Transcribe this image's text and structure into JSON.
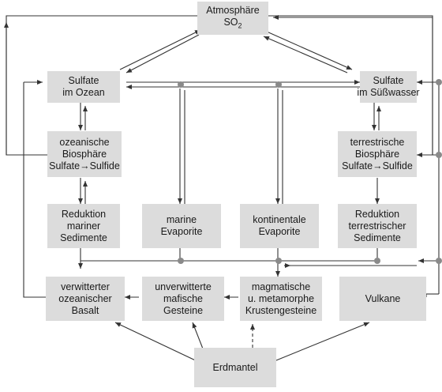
{
  "nodes": {
    "atmosphere": [
      "Atmosphäre",
      "SO",
      "2"
    ],
    "sulfate_ocean": [
      "Sulfate",
      "im Ozean"
    ],
    "sulfate_fresh": [
      "Sulfate",
      "im Süßwasser"
    ],
    "bio_ocean": [
      "ozeanische",
      "Biosphäre",
      "Sulfate→Sulfide"
    ],
    "bio_terr": [
      "terrestrische",
      "Biosphäre",
      "Sulfate→Sulfide"
    ],
    "red_marine": [
      "Reduktion",
      "mariner",
      "Sedimente"
    ],
    "marine_evap": [
      "marine",
      "Evaporite"
    ],
    "cont_evap": [
      "kontinentale",
      "Evaporite"
    ],
    "red_terr": [
      "Reduktion",
      "terrestrischer",
      "Sedimente"
    ],
    "weathered_basalt": [
      "verwitterter",
      "ozeanischer",
      "Basalt"
    ],
    "unweathered": [
      "unverwitterte",
      "mafische",
      "Gesteine"
    ],
    "magmatic": [
      "magmatische",
      "u. metamorphe",
      "Krustengesteine"
    ],
    "volcanoes": [
      "Vulkane"
    ],
    "mantle": [
      "Erdmantel"
    ]
  }
}
